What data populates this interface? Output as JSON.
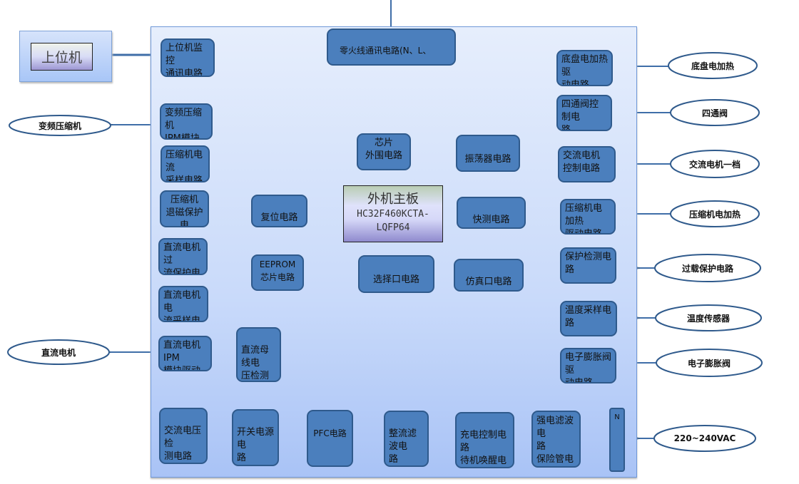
{
  "host": {
    "label": "上位机"
  },
  "chip": {
    "title": "外机主板",
    "model_line1": "HC32F460KCTA-",
    "model_line2": "LQFP64"
  },
  "blocks": {
    "host_comm": "上位机监控\n通讯电路",
    "live_neutral_comm": "零火线通讯电路(N、L、",
    "comp_ipm": "变频压缩机\nIPM模块驱动",
    "comp_current": "压缩机电流\n采样电路",
    "comp_demag": "压缩机\n退磁保护电",
    "dc_overcurrent": "直流电机过\n流保护电路",
    "dc_current": "直流电机电\n流采样电路",
    "dc_ipm": "直流电机IPM\n模块驱动电路",
    "dc_bus": "直流母线电\n压检测电路",
    "reset": "复位电路",
    "eeprom": "EEPROM\n芯片电路",
    "chip_periph": "芯片\n外围电路",
    "select_port": "选择口电路",
    "oscillator": "振荡器电路",
    "quick_test": "快测电路",
    "emulator_port": "仿真口电路",
    "chassis_heat": "底盘电加热驱\n动电路",
    "four_way": "四通阀控制电\n路",
    "ac_motor": "交流电机\n控制电路",
    "comp_heat": "压缩机电加热\n驱动电路",
    "protect_detect": "保护检测电路",
    "temp_sample": "温度采样电路",
    "eev_drive": "电子膨胀阀驱\n动电路",
    "ac_voltage": "交流电压检\n测电路",
    "smps": " 开关电源电\n路",
    "pfc": "PFC电路",
    "rectifier": "整流滤波电\n路",
    "charge_ctrl": "充电控制电路\n待机唤醒电路",
    "emi_filter": "强电滤波电\n路\n保险管电路",
    "n_terminal": "N"
  },
  "externals": {
    "compressor": "变频压缩机",
    "dc_motor": "直流电机",
    "chassis_heater": "底盘电加热",
    "four_way_valve": "四通阀",
    "ac_motor_low": "交流电机一档",
    "comp_heater": "压缩机电加热",
    "overload": "过载保护电路",
    "temp_sensor": "温度传感器",
    "eev": "电子膨胀阀",
    "mains": "220~240VAC"
  },
  "colors": {
    "block": "#4b7fbd",
    "block_border": "#2f5a8c",
    "wire": "#2f5a8c"
  }
}
